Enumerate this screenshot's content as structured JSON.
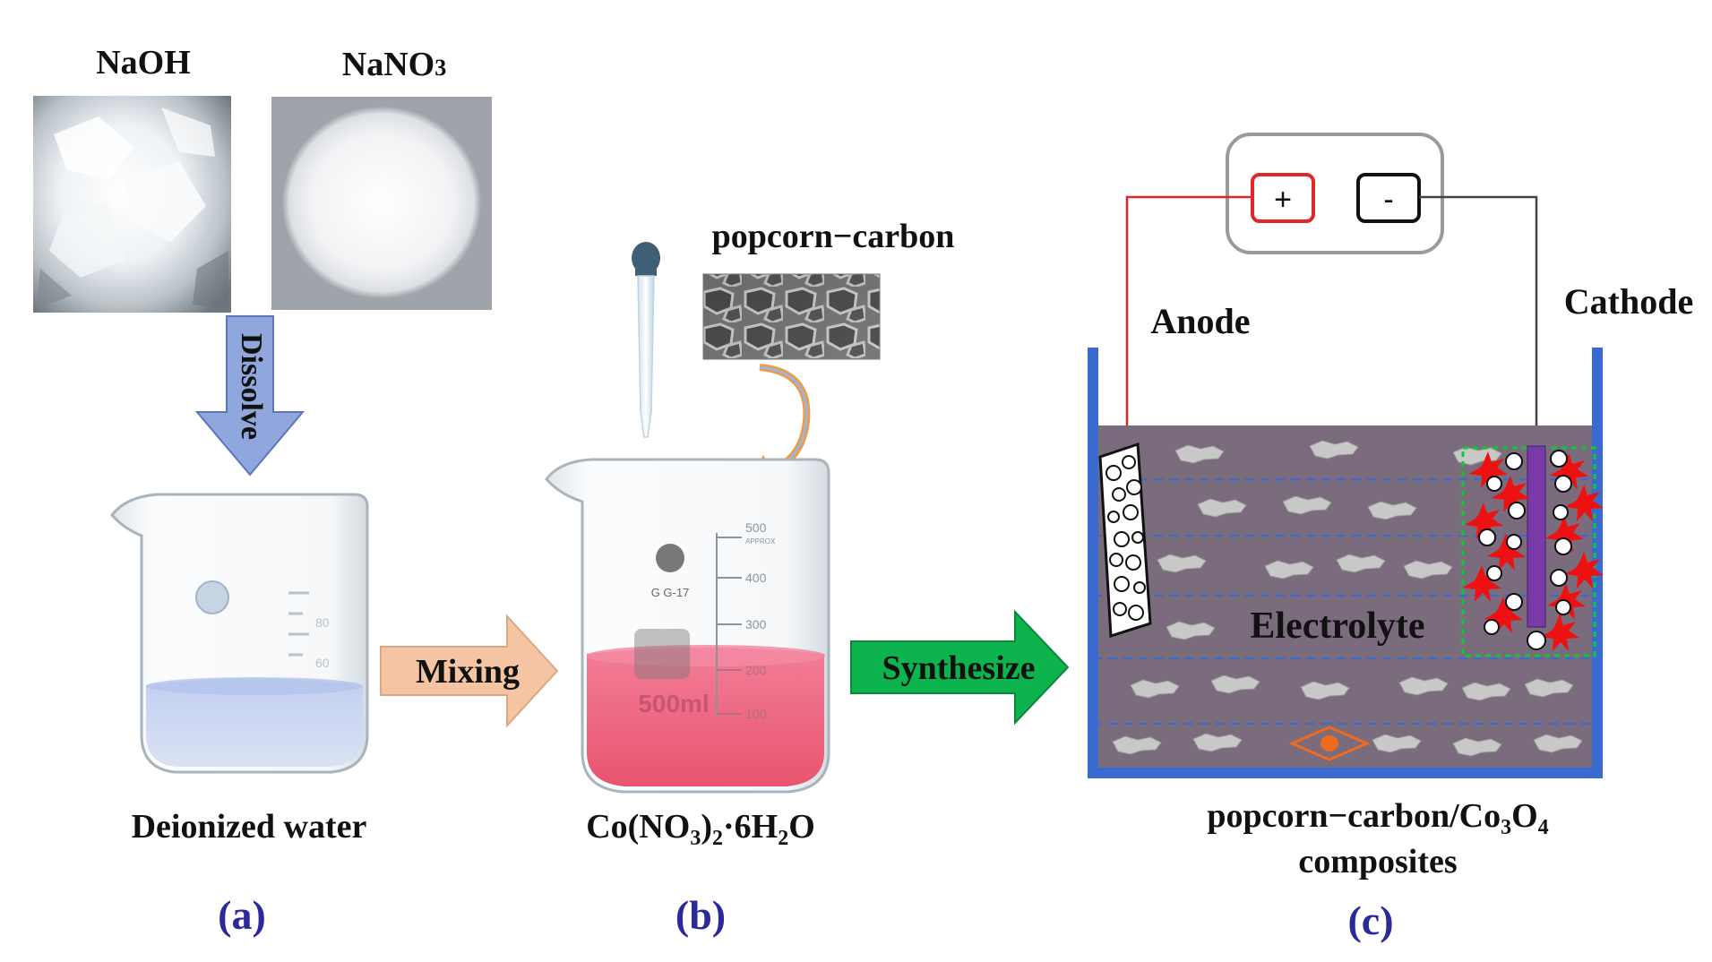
{
  "panel_a": {
    "naoh_label": "NaOH",
    "nano3_label_main": "NaNO",
    "nano3_label_sub": "3",
    "dissolve_label": "Dissolve",
    "water_label": "Deionized water",
    "panel_letter": "(a)",
    "beaker_marks": [
      "80",
      "60"
    ]
  },
  "arrow_mixing": {
    "label": "Mixing"
  },
  "panel_b": {
    "popcorn_label": "popcorn−carbon",
    "formula": {
      "p1": "Co(NO",
      "s1": "3",
      "p2": ")",
      "s2": "2",
      "p3": "·6H",
      "s3": "2",
      "p4": "O"
    },
    "panel_letter": "(b)",
    "beaker_volume": "500ml",
    "beaker_code": "G G-17",
    "beaker_approx": "APPROX",
    "beaker_marks": [
      "500",
      "400",
      "300",
      "200",
      "100"
    ]
  },
  "arrow_synthesize": {
    "label": "Synthesize"
  },
  "panel_c": {
    "plus": "+",
    "minus": "-",
    "anode_label": "Anode",
    "cathode_label": "Cathode",
    "electrolyte_label": "Electrolyte",
    "product_line1_main": "popcorn−carbon/Co",
    "product_line1_sub1": "3",
    "product_line1_mid": "O",
    "product_line1_sub2": "4",
    "product_line2": "composites",
    "panel_letter": "(c)"
  },
  "colors": {
    "letter_blue": "#2a2a9a",
    "dissolve_arrow": "#8fa7dc",
    "mixing_arrow": "#f5c4a2",
    "synth_arrow": "#0db34c",
    "tank_fill": "#7a6c7c",
    "tank_wall": "#3a6ad0",
    "pink_solution": "#ee5f7e",
    "water": "#c9d6f2",
    "anode_wire": "#e0282a",
    "cathode_wire": "#444444",
    "cathode_rod": "#7a3aa8",
    "particle_red": "#ee1111"
  }
}
